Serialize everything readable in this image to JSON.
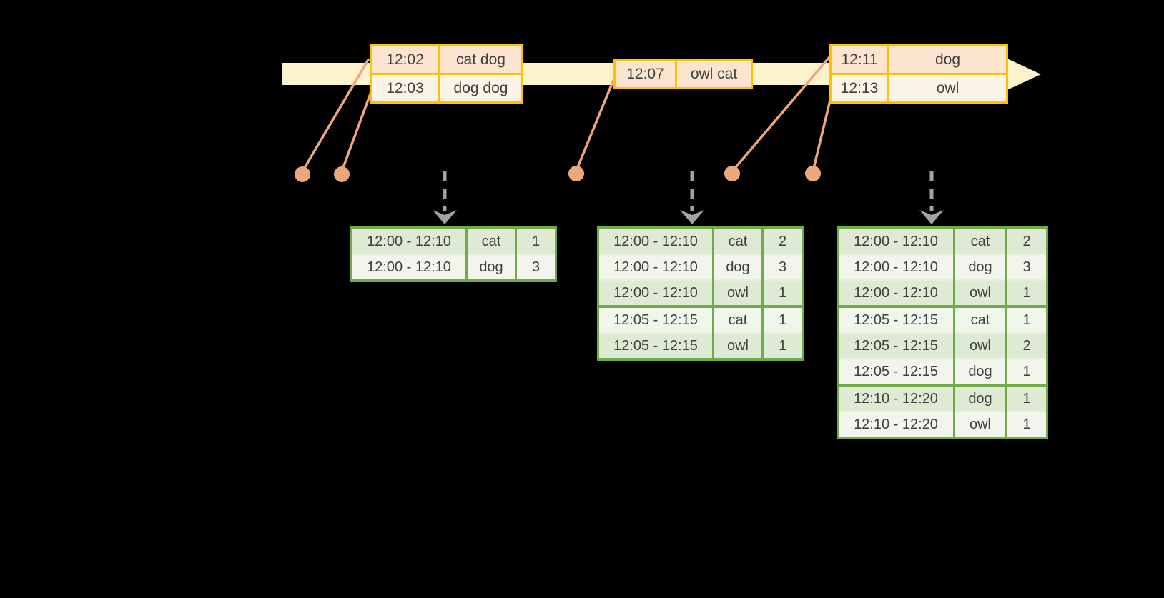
{
  "colors": {
    "background": "#000000",
    "timeline_band": "#FCF2CC",
    "event_table_border": "#FFC000",
    "event_row_dark": "#FBE5CF",
    "event_row_light": "#FDF4E8",
    "connector_and_dots": "#EDA77C",
    "result_table_border": "#6FAC46",
    "result_row_dark": "#DFEAD5",
    "result_row_light": "#F1F5EC",
    "trigger_arrow": "#A3A3A3",
    "text": "#3F3F3F"
  },
  "event_tables": [
    {
      "rows": [
        {
          "time": "12:02",
          "words": "cat dog"
        },
        {
          "time": "12:03",
          "words": "dog dog"
        }
      ]
    },
    {
      "rows": [
        {
          "time": "12:07",
          "words": "owl cat"
        }
      ]
    },
    {
      "rows": [
        {
          "time": "12:11",
          "words": "dog"
        },
        {
          "time": "12:13",
          "words": "owl"
        }
      ]
    }
  ],
  "result_tables": [
    {
      "rows": [
        {
          "window": "12:00 - 12:10",
          "word": "cat",
          "count": "1"
        },
        {
          "window": "12:00 - 12:10",
          "word": "dog",
          "count": "3"
        }
      ]
    },
    {
      "rows": [
        {
          "window": "12:00 - 12:10",
          "word": "cat",
          "count": "2"
        },
        {
          "window": "12:00 - 12:10",
          "word": "dog",
          "count": "3"
        },
        {
          "window": "12:00 - 12:10",
          "word": "owl",
          "count": "1"
        },
        {
          "window": "12:05 - 12:15",
          "word": "cat",
          "count": "1"
        },
        {
          "window": "12:05 - 12:15",
          "word": "owl",
          "count": "1"
        }
      ]
    },
    {
      "rows": [
        {
          "window": "12:00 - 12:10",
          "word": "cat",
          "count": "2"
        },
        {
          "window": "12:00 - 12:10",
          "word": "dog",
          "count": "3"
        },
        {
          "window": "12:00 - 12:10",
          "word": "owl",
          "count": "1"
        },
        {
          "window": "12:05 - 12:15",
          "word": "cat",
          "count": "1"
        },
        {
          "window": "12:05 - 12:15",
          "word": "owl",
          "count": "2"
        },
        {
          "window": "12:05 - 12:15",
          "word": "dog",
          "count": "1"
        },
        {
          "window": "12:10 - 12:20",
          "word": "dog",
          "count": "1"
        },
        {
          "window": "12:10 - 12:20",
          "word": "owl",
          "count": "1"
        }
      ]
    }
  ]
}
